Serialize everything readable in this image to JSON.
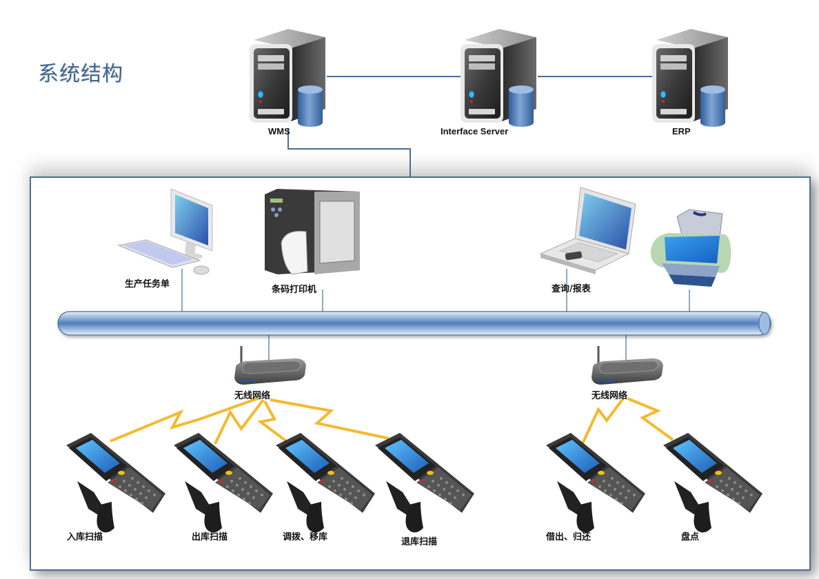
{
  "title": "系统结构",
  "servers": [
    {
      "id": "wms",
      "label": "WMS"
    },
    {
      "id": "interface",
      "label": "Interface Server"
    },
    {
      "id": "erp",
      "label": "ERP"
    }
  ],
  "lan_devices": [
    {
      "id": "workstation",
      "label": "生产任务单",
      "icon": "desktop-computer-icon"
    },
    {
      "id": "barcode_printer",
      "label": "条码打印机",
      "icon": "barcode-printer-icon"
    },
    {
      "id": "laptop",
      "label": "查询/报表",
      "icon": "laptop-icon"
    },
    {
      "id": "printer",
      "label": "",
      "icon": "printer-icon"
    }
  ],
  "wireless_aps": [
    {
      "id": "ap1",
      "label": "无线网络"
    },
    {
      "id": "ap2",
      "label": "无线网络"
    }
  ],
  "handhelds": [
    {
      "id": "h1",
      "label": "入库扫描",
      "ap": "ap1"
    },
    {
      "id": "h2",
      "label": "出库扫描",
      "ap": "ap1"
    },
    {
      "id": "h3",
      "label": "调拨、移库",
      "ap": "ap1"
    },
    {
      "id": "h4",
      "label": "退库扫描",
      "ap": "ap1"
    },
    {
      "id": "h5",
      "label": "借出、归还",
      "ap": "ap2"
    },
    {
      "id": "h6",
      "label": "盘点",
      "ap": "ap2"
    }
  ],
  "colors": {
    "title": "#3d6690",
    "line": "#4a6d94",
    "bus": "#4f7fbf",
    "signal": "#f5b82e",
    "db": "#4f7fbf"
  }
}
